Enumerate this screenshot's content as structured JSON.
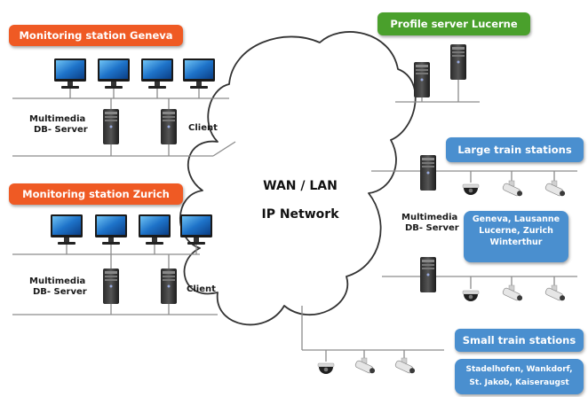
{
  "colors": {
    "orange_badge": "#ef5a24",
    "green_badge": "#4aa02c",
    "blue_badge": "#4a8fcf",
    "line": "#8c8c8c"
  },
  "badges": {
    "geneva": "Monitoring station Geneva",
    "zurich": "Monitoring station Zurich",
    "profile_server": "Profile server Lucerne",
    "large_stations": "Large train stations",
    "small_stations": "Small train stations"
  },
  "cloud": {
    "line1": "WAN / LAN",
    "line2": "IP Network"
  },
  "labels": {
    "geneva_db_1": "Multimedia",
    "geneva_db_2": "DB- Server",
    "geneva_client": "Client",
    "zurich_db_1": "Multimedia",
    "zurich_db_2": "DB- Server",
    "zurich_client": "Client",
    "large_db_1": "Multimedia",
    "large_db_2": "DB- Server"
  },
  "large_station_list": {
    "line1": "Geneva, Lausanne",
    "line2": "Lucerne, Zurich",
    "line3": "Winterthur"
  },
  "small_station_list": {
    "line1": "Stadelhofen, Wankdorf,",
    "line2": "St. Jakob, Kaiseraugst"
  },
  "icons": {
    "monitor": "monitor-icon",
    "server": "server-tower-icon",
    "camera": "dome-camera-icon",
    "bullet_camera": "bullet-camera-icon",
    "cloud": "cloud-icon"
  }
}
